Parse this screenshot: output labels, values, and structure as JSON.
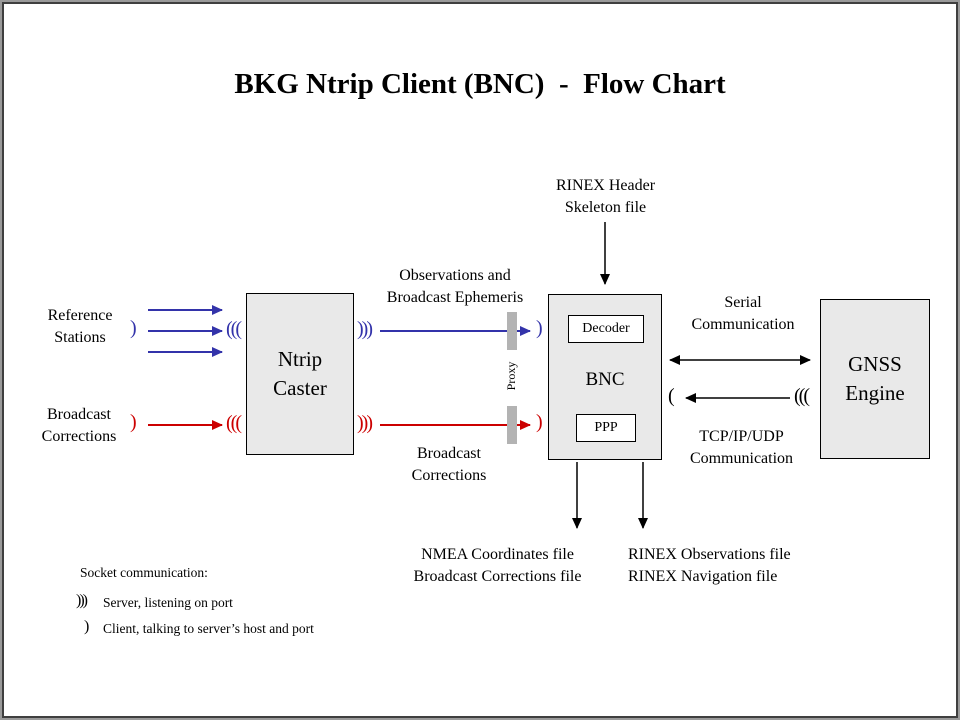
{
  "title": "BKG Ntrip Client (BNC)  -  Flow Chart",
  "colors": {
    "blue": "#3333AA",
    "red": "#CC0000",
    "black": "#000000",
    "box-fill": "#E9E9E9",
    "proxy-gray": "#B3B3B3"
  },
  "nodes": {
    "ntrip_caster": {
      "line1": "Ntrip",
      "line2": "Caster"
    },
    "bnc": {
      "label": "BNC",
      "decoder": "Decoder",
      "ppp": "PPP"
    },
    "gnss_engine": {
      "line1": "GNSS",
      "line2": "Engine"
    }
  },
  "labels": {
    "reference_stations": {
      "line1": "Reference",
      "line2": "Stations"
    },
    "broadcast_corrections_input": {
      "line1": "Broadcast",
      "line2": "Corrections"
    },
    "observations": {
      "line1": "Observations and",
      "line2": "Broadcast Ephemeris"
    },
    "broadcast_corrections_stream": {
      "line1": "Broadcast",
      "line2": "Corrections"
    },
    "rinex_header": {
      "line1": "RINEX Header",
      "line2": "Skeleton file"
    },
    "serial": {
      "line1": "Serial",
      "line2": "Communication"
    },
    "tcp": {
      "line1": "TCP/IP/UDP",
      "line2": "Communication"
    },
    "nmea_out": {
      "line1": "NMEA Coordinates file",
      "line2": "Broadcast Corrections file"
    },
    "rinex_out": {
      "line1": "RINEX Observations file",
      "line2": "RINEX Navigation file"
    },
    "proxy": "Proxy"
  },
  "symbols": {
    "server_right": ")))",
    "server_left": "(((",
    "client_right": ")",
    "client_left": "("
  },
  "legend": {
    "title": "Socket communication:",
    "server": "Server, listening on port",
    "client": "Client, talking to server’s host and port"
  }
}
